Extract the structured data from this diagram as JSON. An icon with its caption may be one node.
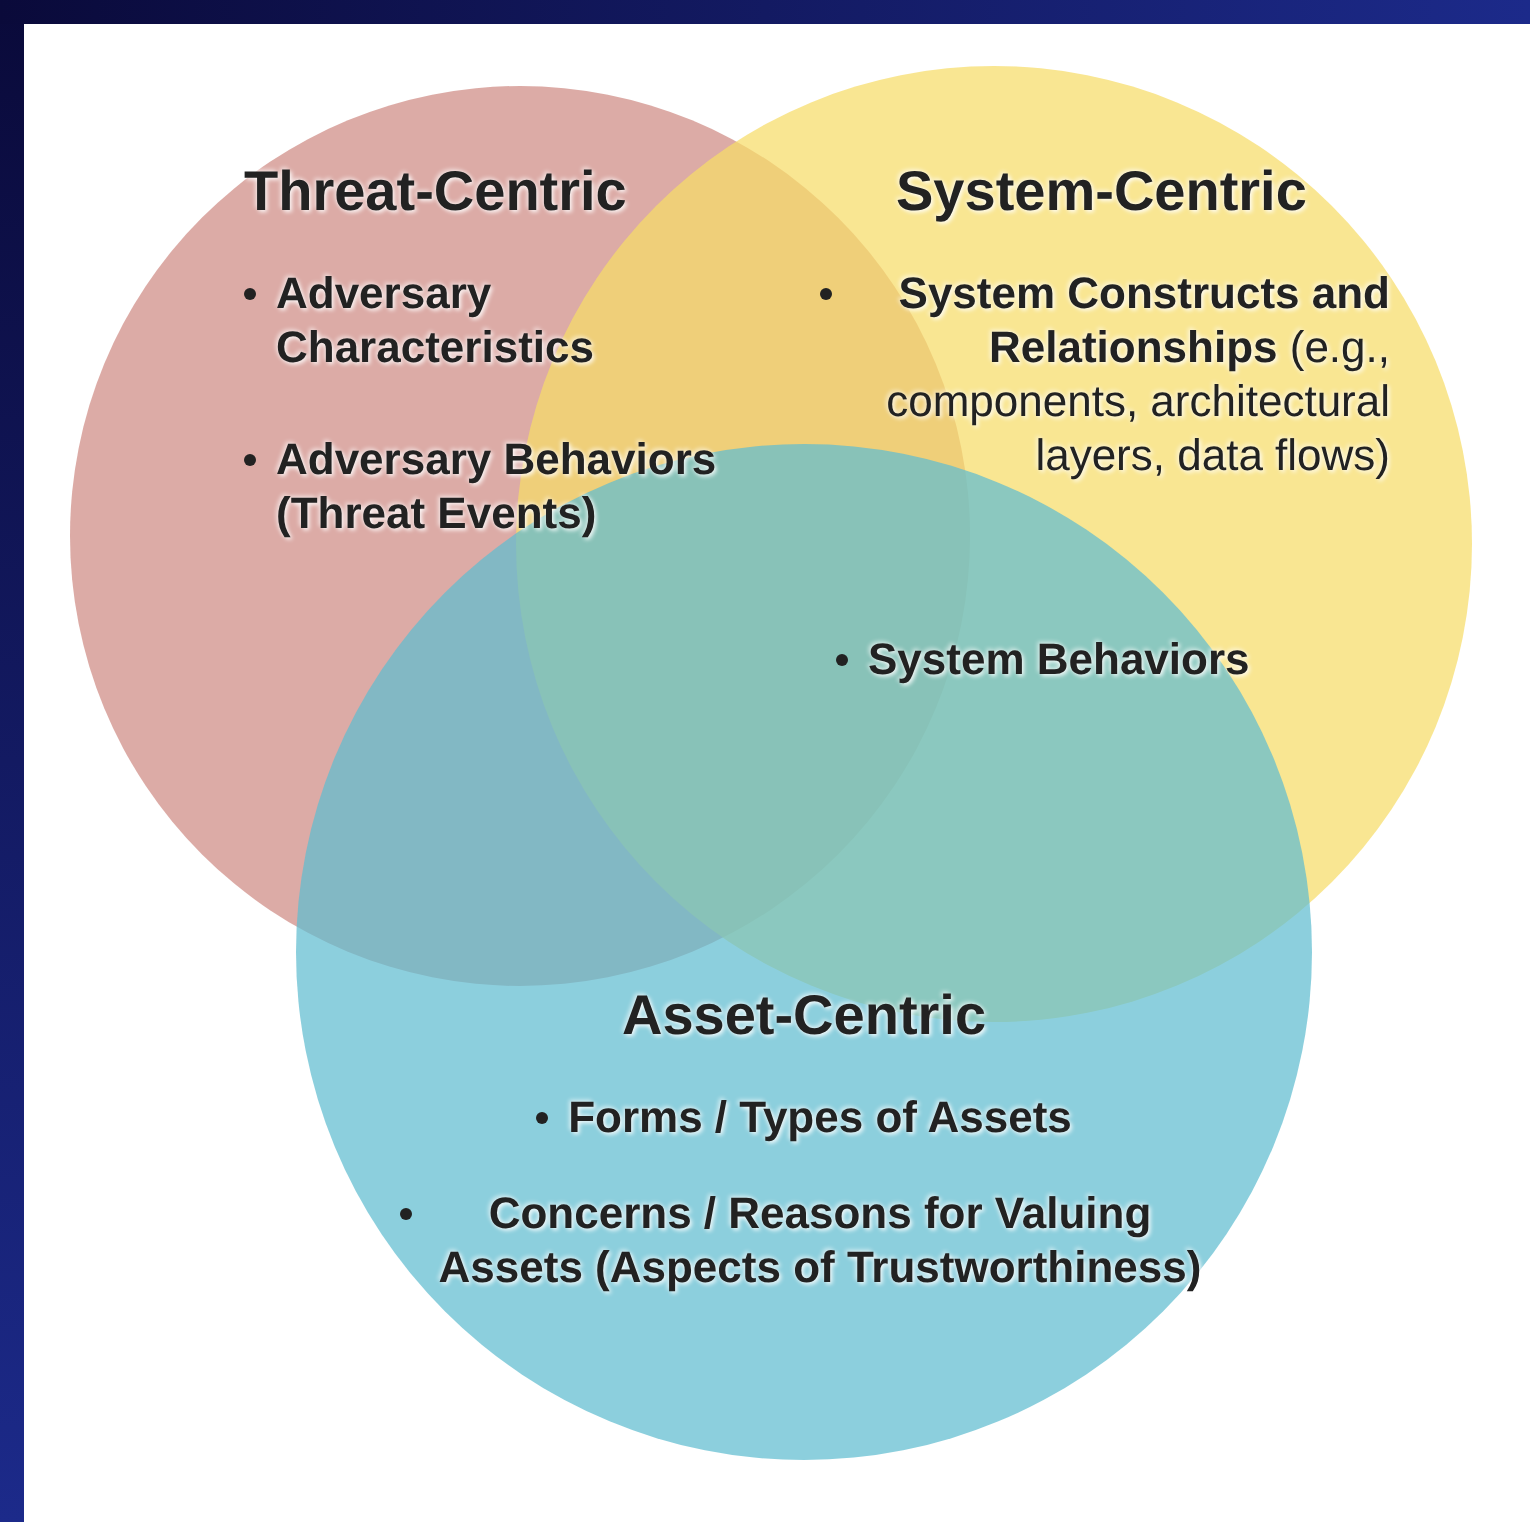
{
  "diagram": {
    "nodes": [
      {
        "text": [
          "Threat-Centric",
          "Adversary Characteristics",
          "Adversary Behaviors (Threat Events)"
        ]
      },
      {
        "text": [
          "System-Centric",
          "**System Constructs and Relationships** (e.g., components, architectural layers, data flows)",
          "System Behaviors"
        ]
      },
      {
        "text": [
          "Asset-Centric",
          "Forms / Types of Assets",
          "Concerns / Reasons for Valuing Assets (Aspects of Trustworthiness)"
        ]
      }
    ],
    "edges": []
  }
}
